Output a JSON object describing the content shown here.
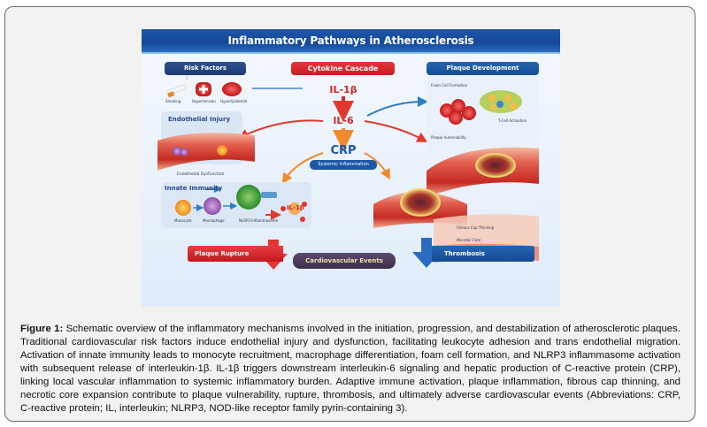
{
  "figure": {
    "title": "Inflammatory Pathways in Atherosclerosis",
    "sections": {
      "risk_factors": {
        "header": "Risk Factors",
        "items": [
          "Smoking",
          "Hypertension",
          "Hyperlipidemia"
        ]
      },
      "cytokine_cascade": {
        "header": "Cytokine Cascade",
        "nodes": [
          "IL-1β",
          "IL-6",
          "CRP"
        ],
        "badge": "Systemic Inflammation"
      },
      "plaque_development": {
        "header": "Plaque Development",
        "labels": [
          "Foam Cell Formation",
          "T-Cell Activation",
          "Plaque Vulnerability",
          "Fibrous Cap Thinning",
          "Necrotic Core"
        ]
      },
      "endothelial_injury": {
        "title": "Endothelial Injury",
        "caption": "Endothelial Dysfunction"
      },
      "innate_immunity": {
        "title": "Innate Immunity",
        "cells": [
          "Monocyte",
          "Macrophage",
          "NLRP3 Inflammasome"
        ],
        "output": "IL-1β"
      },
      "outcomes": {
        "left": "Plaque Rupture",
        "center": "Cardiovascular Events",
        "right": "Thrombosis"
      }
    },
    "colors": {
      "primary_blue": "#1d4f9e",
      "cytokine_red": "#d12a2a",
      "crp_blue": "#1c56a6",
      "events_purple": "#4a3a5c",
      "arrow_orange": "#f08a2c"
    }
  },
  "caption": {
    "label": "Figure 1:",
    "text": " Schematic overview of the inflammatory mechanisms involved in the initiation, progression, and destabilization of atherosclerotic plaques. Traditional cardiovascular risk factors induce endothelial injury and dysfunction, facilitating leukocyte adhesion and trans endothelial migration. Activation of innate immunity leads to monocyte recruitment, macrophage differentiation, foam cell formation, and NLRP3 inflammasome activation with subsequent release of interleukin-1β. IL-1β triggers downstream interleukin-6 signaling and hepatic production of C-reactive protein (CRP), linking local vascular inflammation to systemic inflammatory burden. Adaptive immune activation, plaque inflammation, fibrous cap thinning, and necrotic core expansion contribute to plaque vulnerability, rupture, thrombosis, and ultimately adverse cardiovascular events (Abbreviations: CRP, C-reactive protein; IL, interleukin; NLRP3, NOD-like receptor family pyrin-containing 3)."
  }
}
